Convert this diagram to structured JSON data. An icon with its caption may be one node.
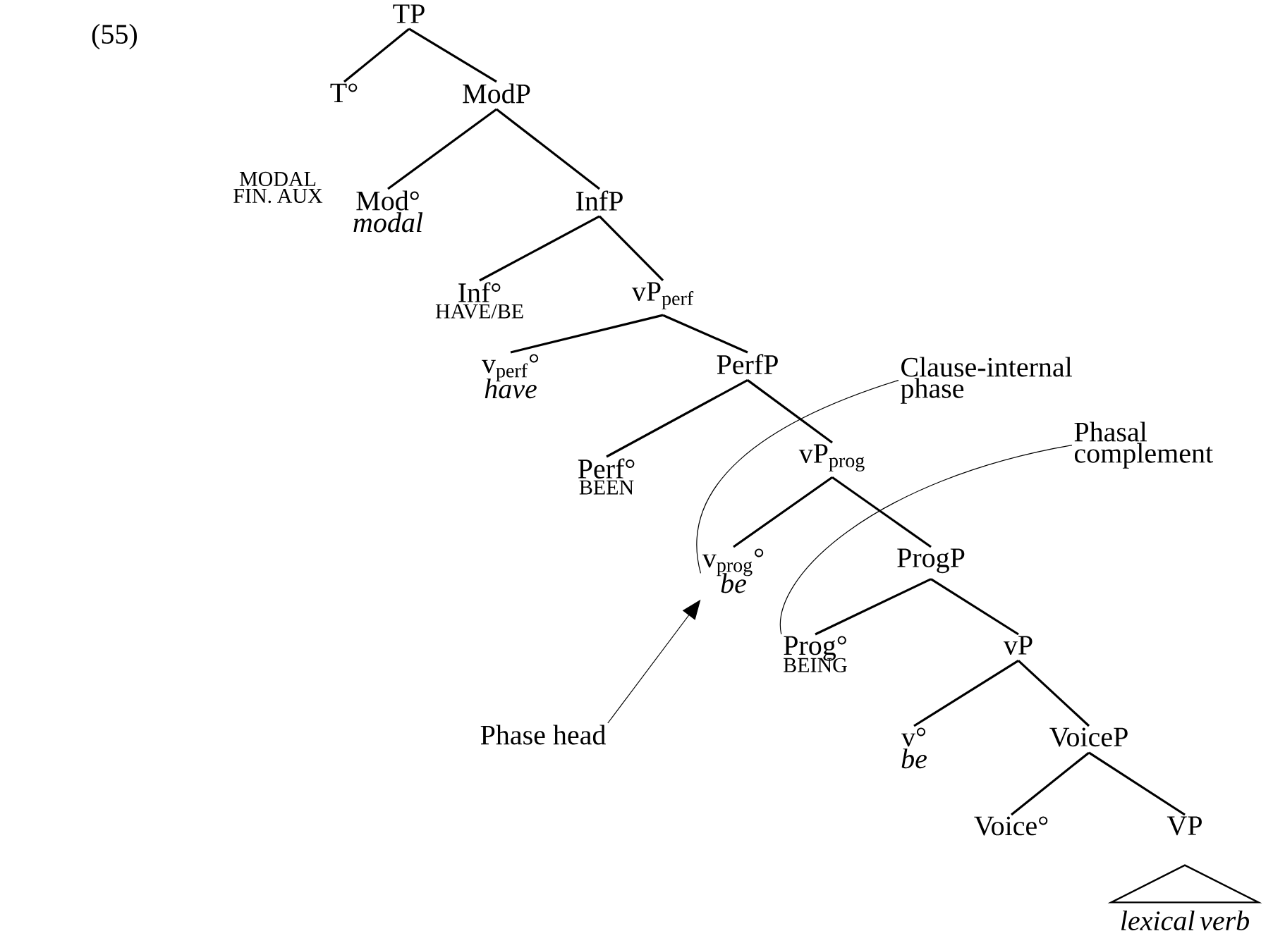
{
  "diagram": {
    "nodes": [
      {
        "text": [
          "TP"
        ]
      },
      {
        "text": [
          "T°"
        ]
      },
      {
        "text": [
          "ModP"
        ]
      },
      {
        "text": [
          "Mod°"
        ],
        "beside": [
          "modal"
        ]
      },
      {
        "text": [
          "InfP"
        ]
      },
      {
        "text": [
          "Inf°"
        ],
        "beside": [
          "HAVE/BE"
        ]
      },
      {
        "text": [
          "vP$_{perf}$"
        ]
      },
      {
        "text": [
          "v$_{perf}$°"
        ],
        "beside": [
          "have"
        ]
      },
      {
        "text": [
          "PerfP"
        ]
      },
      {
        "text": [
          "Perf°"
        ],
        "beside": [
          "BEEN"
        ]
      },
      {
        "text": [
          "vP$_{prog}$"
        ]
      },
      {
        "text": [
          "v$_{prog}$°"
        ],
        "beside": [
          "be"
        ]
      },
      {
        "text": [
          "ProgP"
        ]
      },
      {
        "text": [
          "Prog°"
        ],
        "beside": [
          "BEING"
        ]
      },
      {
        "text": [
          "vP"
        ]
      },
      {
        "text": [
          "v°"
        ],
        "beside": [
          "be"
        ]
      },
      {
        "text": [
          "VoiceP"
        ]
      },
      {
        "text": [
          "Voice°"
        ]
      },
      {
        "text": [
          "VP"
        ]
      },
      {
        "text": [],
        "shape": "triangle",
        "beside": [
          "lexical verb"
        ]
      },
      {
        "text": [
          "Clause-internal phase"
        ]
      },
      {
        "text": [
          "Phasal complement"
        ]
      },
      {
        "text": [
          "Phase head"
        ]
      }
    ],
    "edges": [
      {
        "from": 0,
        "to": 1,
        "arrow": "none"
      },
      {
        "from": 0,
        "to": 2,
        "arrow": "none"
      },
      {
        "from": 2,
        "to": 3,
        "arrow": "none"
      },
      {
        "from": 2,
        "to": 4,
        "arrow": "none"
      },
      {
        "from": 4,
        "to": 5,
        "arrow": "none"
      },
      {
        "from": 4,
        "to": 6,
        "arrow": "none"
      },
      {
        "from": 6,
        "to": 7,
        "arrow": "none"
      },
      {
        "from": 6,
        "to": 8,
        "arrow": "none"
      },
      {
        "from": 8,
        "to": 9,
        "arrow": "none"
      },
      {
        "from": 8,
        "to": 10,
        "arrow": "none"
      },
      {
        "from": 10,
        "to": 11,
        "arrow": "none"
      },
      {
        "from": 10,
        "to": 12,
        "arrow": "none"
      },
      {
        "from": 12,
        "to": 13,
        "arrow": "none"
      },
      {
        "from": 12,
        "to": 14,
        "arrow": "none"
      },
      {
        "from": 14,
        "to": 15,
        "arrow": "none"
      },
      {
        "from": 14,
        "to": 16,
        "arrow": "none"
      },
      {
        "from": 16,
        "to": 17,
        "arrow": "none"
      },
      {
        "from": 16,
        "to": 18,
        "arrow": "none"
      },
      {
        "from": 20,
        "to": 11,
        "arrow": "none"
      },
      {
        "from": 21,
        "to": 13,
        "arrow": "none"
      },
      {
        "from": 22,
        "to": 11,
        "arrow": "to"
      }
    ],
    "labels": [
      "(55)",
      "MODAL FIN. AUX"
    ]
  }
}
